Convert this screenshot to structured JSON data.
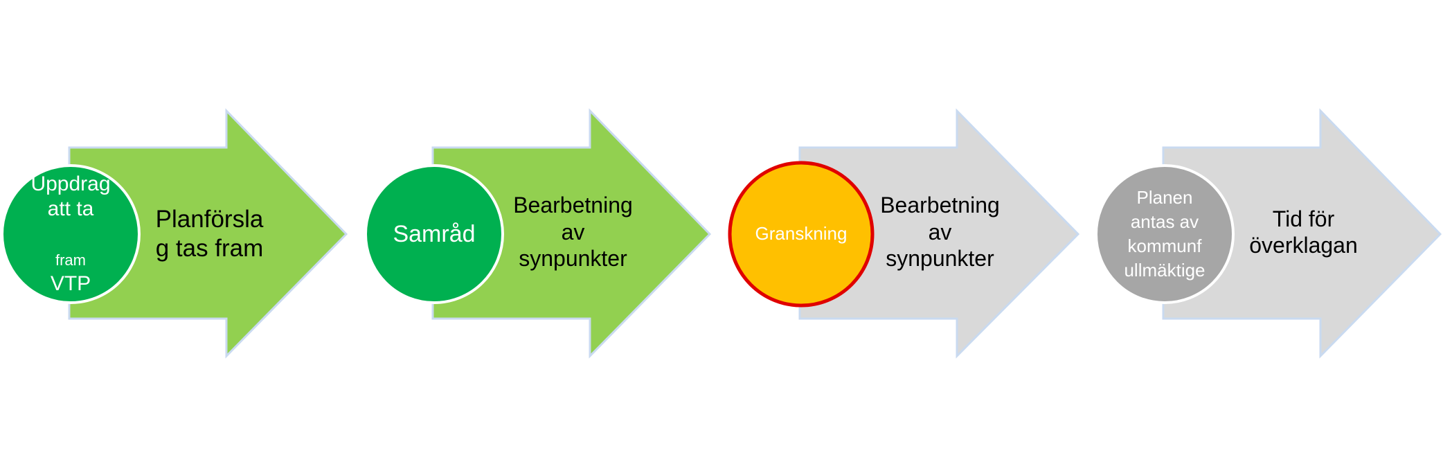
{
  "steps": [
    {
      "arrow_color": "#92d050",
      "arrow_label": "Planförsla\ng tas fram",
      "circle_color": "#00b050",
      "circle_border": "#ffffff",
      "circle_line1": "Uppdrag",
      "circle_line2": "att ta",
      "circle_line3_small": "fram",
      "circle_line3_big": "VTP"
    },
    {
      "arrow_color": "#92d050",
      "arrow_label": "Bearbetning\nav\nsynpunkter",
      "circle_color": "#00b050",
      "circle_border": "#ffffff",
      "circle_label": "Samråd"
    },
    {
      "arrow_color": "#d9d9d9",
      "arrow_label": "Bearbetning\nav\nsynpunkter",
      "circle_color": "#ffc000",
      "circle_border": "#e00000",
      "circle_label": "Granskning"
    },
    {
      "arrow_color": "#d9d9d9",
      "arrow_label": "Tid för\növerklagan",
      "circle_color": "#a6a6a6",
      "circle_border": "#ffffff",
      "circle_label": "Planen\nantas av\nkommunf\nullmäktige"
    }
  ]
}
